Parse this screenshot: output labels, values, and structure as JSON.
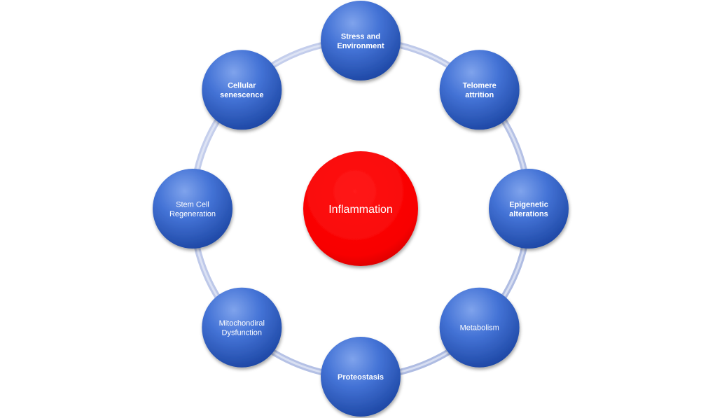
{
  "center": {
    "label": "Inflammation",
    "color": "#ff0000"
  },
  "nodes": [
    {
      "lines": [
        "Stress and",
        "Environment"
      ],
      "bold": true
    },
    {
      "lines": [
        "Telomere",
        "attrition"
      ],
      "bold": true
    },
    {
      "lines": [
        "Epigenetic",
        "alterations"
      ],
      "bold": true
    },
    {
      "lines": [
        "Metabolism"
      ],
      "bold": false
    },
    {
      "lines": [
        "Proteostasis"
      ],
      "bold": true
    },
    {
      "lines": [
        "Mitochondiral",
        "Dysfunction"
      ],
      "bold": false
    },
    {
      "lines": [
        "Stem Cell",
        "Regeneration"
      ],
      "bold": false
    },
    {
      "lines": [
        "Cellular",
        "senescence"
      ],
      "bold": true
    }
  ],
  "colors": {
    "node": "#3f6fd0",
    "node_dark": "#1f4aa8",
    "ring": "#b8c4e6"
  }
}
